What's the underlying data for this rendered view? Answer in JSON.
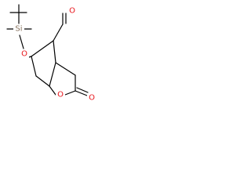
{
  "molecule": {
    "atoms": {
      "silicon": {
        "symbol": "Si",
        "color": "#8a7560"
      },
      "ether_oxygen": {
        "symbol": "O",
        "color": "#e8141a"
      },
      "aldehyde_oxygen": {
        "symbol": "O",
        "color": "#e8141a"
      },
      "ring_oxygen": {
        "symbol": "O",
        "color": "#e8141a"
      },
      "carbonyl_oxygen": {
        "symbol": "O",
        "color": "#e8141a"
      }
    },
    "bond_color": "#000000"
  }
}
